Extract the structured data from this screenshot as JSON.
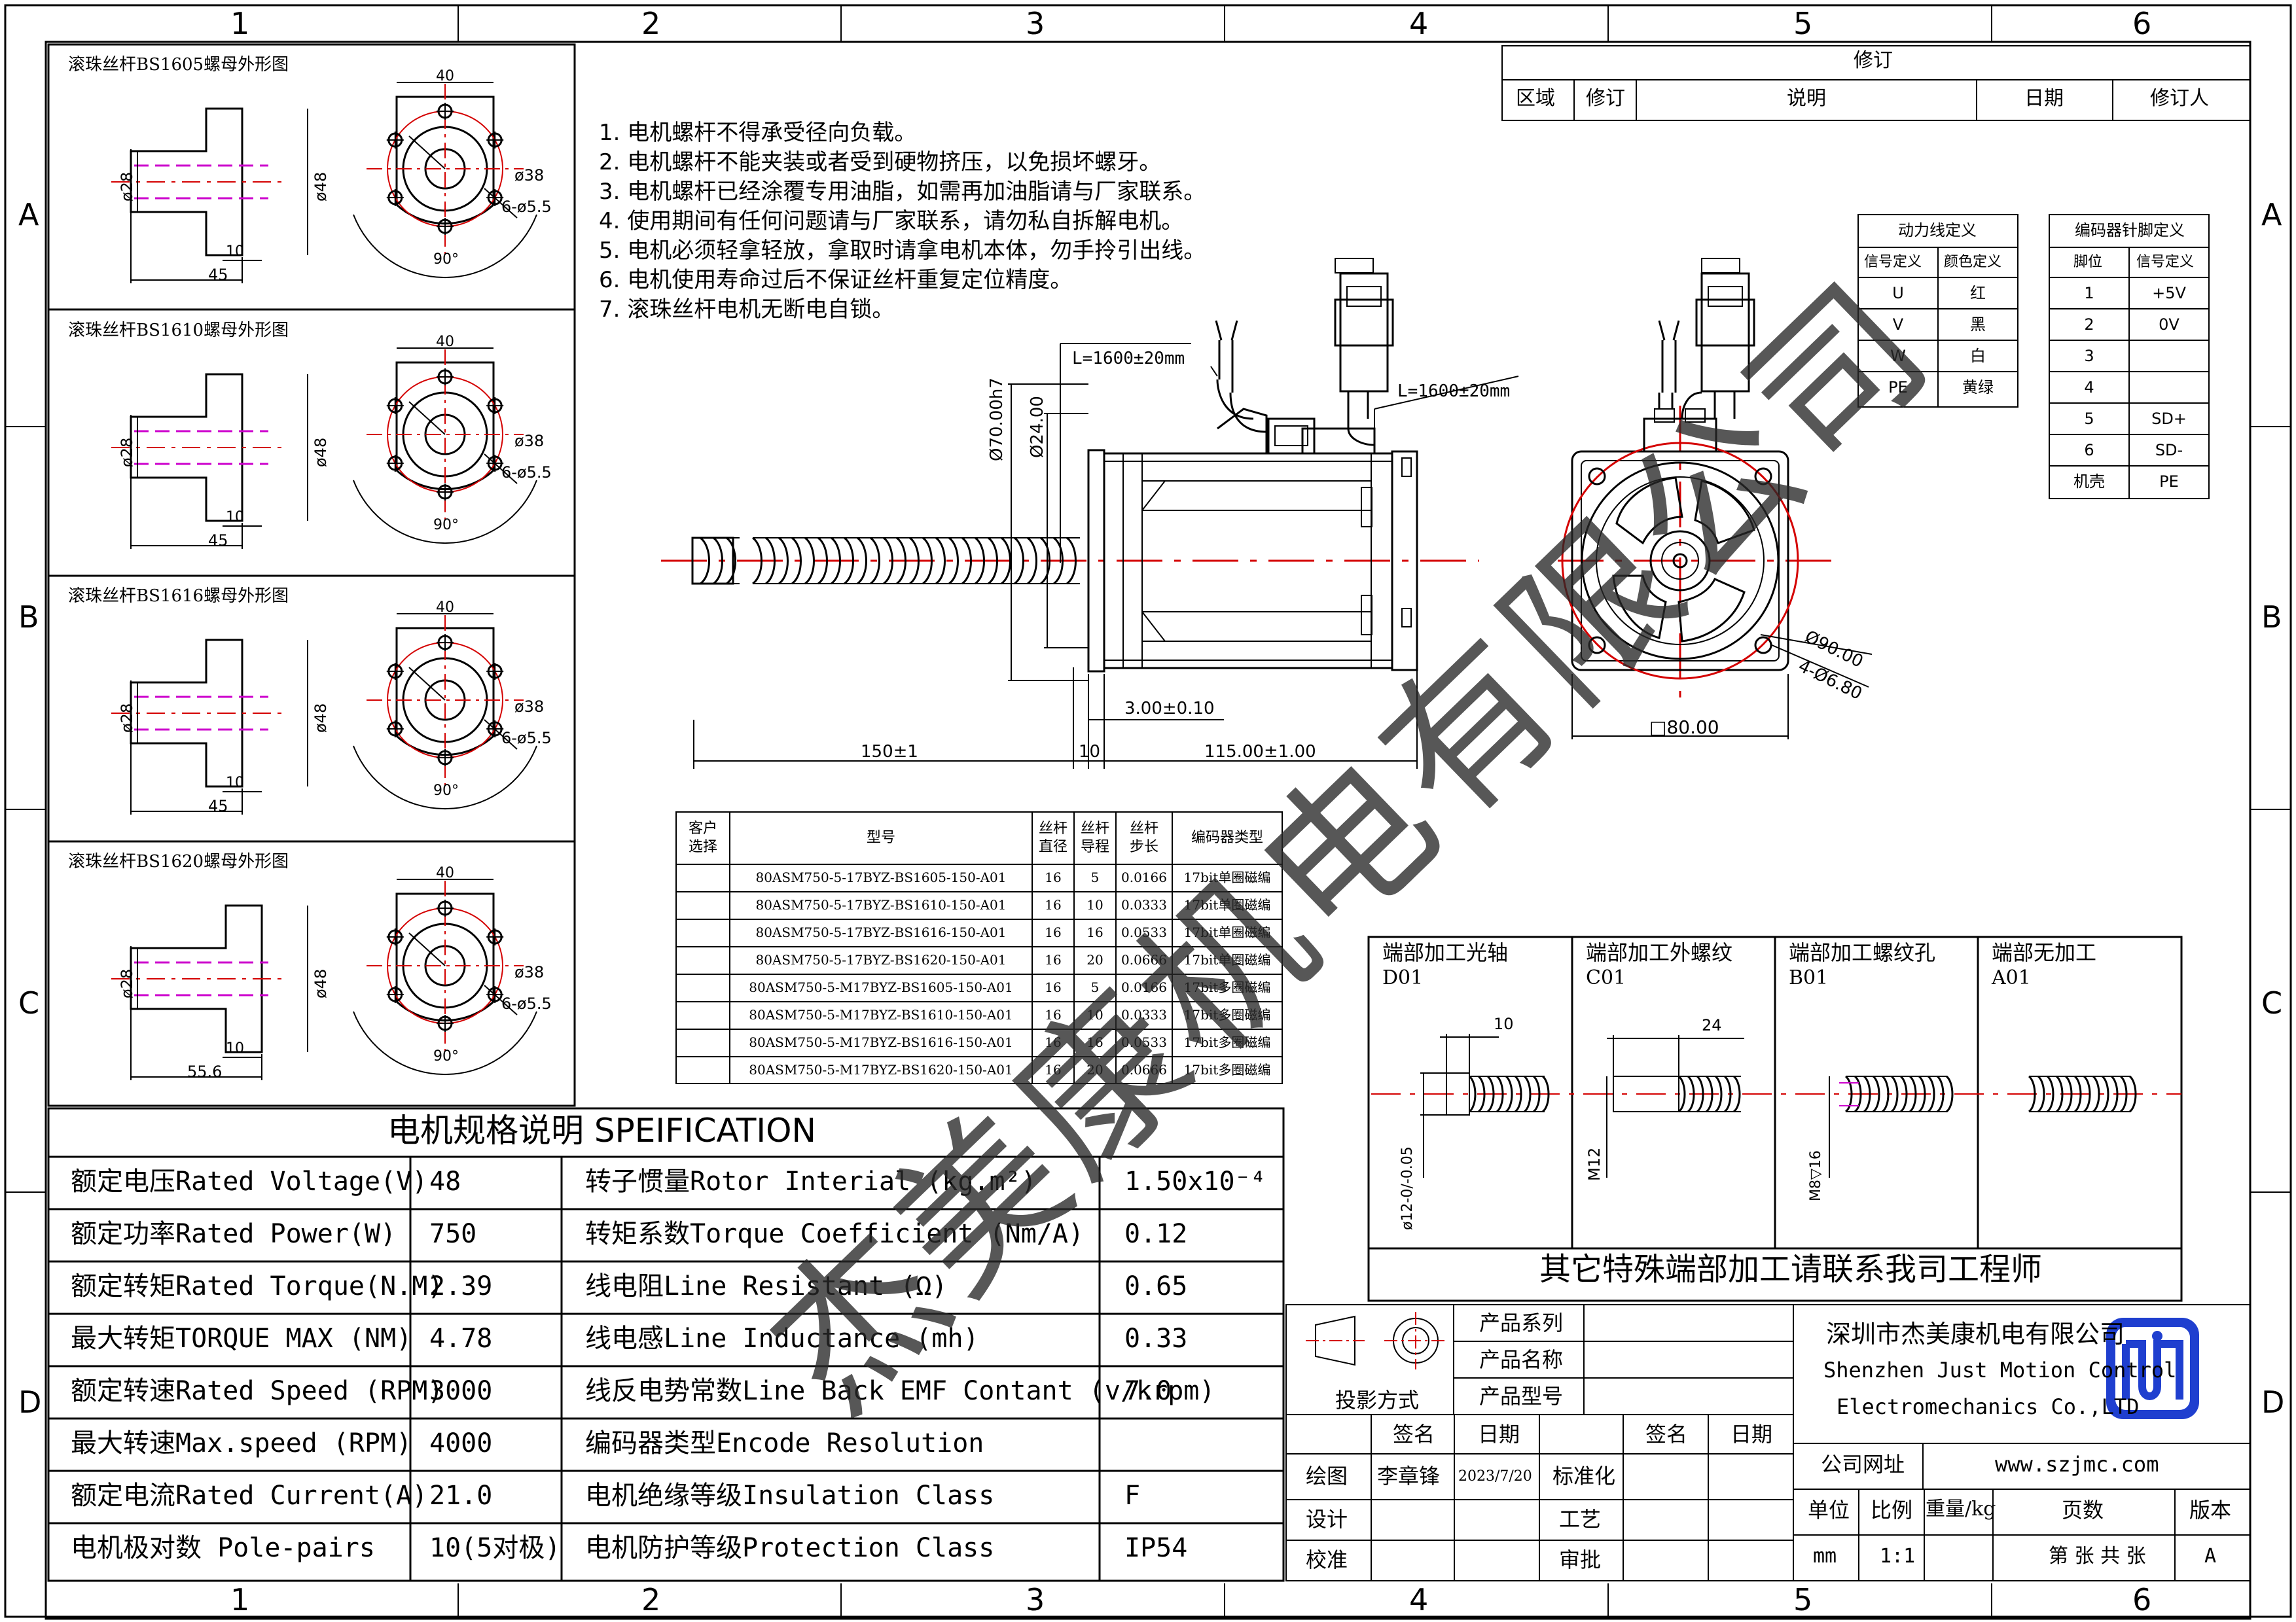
{
  "frame": {
    "col_labels": [
      "1",
      "2",
      "3",
      "4",
      "5",
      "6"
    ],
    "row_labels": [
      "A",
      "B",
      "C",
      "D"
    ]
  },
  "revision": {
    "title": "修订",
    "headers": [
      "区域",
      "修订",
      "说明",
      "日期",
      "修订人"
    ]
  },
  "notes": [
    "1. 电机螺杆不得承受径向负载。",
    "2. 电机螺杆不能夹装或者受到硬物挤压，以免损坏螺牙。",
    "3. 电机螺杆已经涂覆专用油脂，如需再加油脂请与厂家联系。",
    "4. 使用期间有任何问题请与厂家联系，请勿私自拆解电机。",
    "5. 电机必须轻拿轻放，拿取时请拿电机本体，勿手拎引出线。",
    "6. 电机使用寿命过后不保证丝杆重复定位精度。",
    "7. 滚珠丝杆电机无断电自锁。"
  ],
  "nut_views": [
    {
      "title": "滚珠丝杆BS1605螺母外形图",
      "d_inner": "ø28",
      "d_outer": "ø48",
      "flange": "10",
      "length": "45",
      "top_w": "40",
      "pcd": "ø38",
      "holes": "6-ø5.5",
      "angle": "90°"
    },
    {
      "title": "滚珠丝杆BS1610螺母外形图",
      "d_inner": "ø28",
      "d_outer": "ø48",
      "flange": "10",
      "length": "45",
      "top_w": "40",
      "pcd": "ø38",
      "holes": "6-ø5.5",
      "angle": "90°"
    },
    {
      "title": "滚珠丝杆BS1616螺母外形图",
      "d_inner": "ø28",
      "d_outer": "ø48",
      "flange": "10",
      "length": "45",
      "top_w": "40",
      "pcd": "ø38",
      "holes": "6-ø5.5",
      "angle": "90°"
    },
    {
      "title": "滚珠丝杆BS1620螺母外形图",
      "d_inner": "ø28",
      "d_outer": "ø48",
      "flange": "10",
      "length": "55.6",
      "top_w": "40",
      "pcd": "ø38",
      "holes": "6-ø5.5",
      "angle": "90°"
    }
  ],
  "motor_dims": {
    "cable1": "L=1600±20mm",
    "cable2": "L=1600±20mm",
    "d_pilot": "Ø70.00h7",
    "d_shaft": "Ø24.00",
    "offset": "3.00±0.10",
    "screw_len": "150±1",
    "gap": "10",
    "body_len": "115.00±1.00",
    "pcd": "Ø90.00",
    "holes": "4-Ø6.80",
    "square": "□80.00"
  },
  "power_table": {
    "title": "动力线定义",
    "headers": [
      "信号定义",
      "颜色定义"
    ],
    "rows": [
      [
        "U",
        "红"
      ],
      [
        "V",
        "黑"
      ],
      [
        "W",
        "白"
      ],
      [
        "PE",
        "黄绿"
      ]
    ]
  },
  "encoder_table": {
    "title": "编码器针脚定义",
    "headers": [
      "脚位",
      "信号定义"
    ],
    "rows": [
      [
        "1",
        "+5V"
      ],
      [
        "2",
        "0V"
      ],
      [
        "3",
        ""
      ],
      [
        "4",
        ""
      ],
      [
        "5",
        "SD+"
      ],
      [
        "6",
        "SD-"
      ],
      [
        "机壳",
        "PE"
      ]
    ]
  },
  "model_table": {
    "headers": [
      "客户\n选择",
      "型号",
      "丝杆\n直径",
      "丝杆\n导程",
      "丝杆\n步长",
      "编码器类型"
    ],
    "rows": [
      [
        "",
        "80ASM750-5-17BYZ-BS1605-150-A01",
        "16",
        "5",
        "0.0166",
        "17bit单圈磁编"
      ],
      [
        "",
        "80ASM750-5-17BYZ-BS1610-150-A01",
        "16",
        "10",
        "0.0333",
        "17bit单圈磁编"
      ],
      [
        "",
        "80ASM750-5-17BYZ-BS1616-150-A01",
        "16",
        "16",
        "0.0533",
        "17bit单圈磁编"
      ],
      [
        "",
        "80ASM750-5-17BYZ-BS1620-150-A01",
        "16",
        "20",
        "0.0666",
        "17bit单圈磁编"
      ],
      [
        "",
        "80ASM750-5-M17BYZ-BS1605-150-A01",
        "16",
        "5",
        "0.0166",
        "17bit多圈磁编"
      ],
      [
        "",
        "80ASM750-5-M17BYZ-BS1610-150-A01",
        "16",
        "10",
        "0.0333",
        "17bit多圈磁编"
      ],
      [
        "",
        "80ASM750-5-M17BYZ-BS1616-150-A01",
        "16",
        "16",
        "0.0533",
        "17bit多圈磁编"
      ],
      [
        "",
        "80ASM750-5-M17BYZ-BS1620-150-A01",
        "16",
        "20",
        "0.0666",
        "17bit多圈磁编"
      ]
    ]
  },
  "end_machining": {
    "cells": [
      {
        "title": "端部加工光轴",
        "code": "D01",
        "dim_top": "10",
        "dim_side": "ø12-0/-0.05"
      },
      {
        "title": "端部加工外螺纹",
        "code": "C01",
        "dim_top": "24",
        "dim_side": "M12"
      },
      {
        "title": "端部加工螺纹孔",
        "code": "B01",
        "dim_top": "",
        "dim_side": "M8▽16"
      },
      {
        "title": "端部无加工",
        "code": "A01",
        "dim_top": "",
        "dim_side": ""
      }
    ],
    "footer": "其它特殊端部加工请联系我司工程师"
  },
  "spec": {
    "title": "电机规格说明 SPEIFICATION",
    "rows": [
      {
        "l_label": "额定电压Rated Voltage(V)",
        "l_val": "48",
        "r_label": "转子惯量Rotor Interial (kg.m²)",
        "r_val": "1.50x10⁻⁴"
      },
      {
        "l_label": "额定功率Rated Power(W)",
        "l_val": "750",
        "r_label": "转矩系数Torque Coefficient (Nm/A)",
        "r_val": "0.12"
      },
      {
        "l_label": "额定转矩Rated Torque(N.M)",
        "l_val": "2.39",
        "r_label": "线电阻Line Resistant (Ω)",
        "r_val": "0.65"
      },
      {
        "l_label": "最大转矩TORQUE MAX (NM)",
        "l_val": "4.78",
        "r_label": "线电感Line Inductance (mh)",
        "r_val": "0.33"
      },
      {
        "l_label": "额定转速Rated Speed (RPM)",
        "l_val": "3000",
        "r_label": "线反电势常数Line Back EMF Contant (v/krpm)",
        "r_val": "7.0"
      },
      {
        "l_label": "最大转速Max.speed (RPM)",
        "l_val": "4000",
        "r_label": "编码器类型Encode Resolution",
        "r_val": ""
      },
      {
        "l_label": "额定电流Rated Current(A)",
        "l_val": "21.0",
        "r_label": "电机绝缘等级Insulation Class",
        "r_val": "F"
      },
      {
        "l_label": "电机极对数 Pole-pairs",
        "l_val": "10(5对极)",
        "r_label": "电机防护等级Protection Class",
        "r_val": "IP54"
      }
    ]
  },
  "title_block": {
    "projection": "投影方式",
    "product_series": "产品系列",
    "product_name": "产品名称",
    "product_model": "产品型号",
    "sign": "签名",
    "date": "日期",
    "drawn": "绘图",
    "drawn_name": "李章锋",
    "drawn_date": "2023/7/20",
    "design": "设计",
    "check": "校准",
    "standard": "标准化",
    "process": "工艺",
    "approve": "审批",
    "sign2": "签名",
    "date2": "日期",
    "company_cn": "深圳市杰美康机电有限公司",
    "company_en1": "Shenzhen Just Motion Control",
    "company_en2": "Electromechanics Co.,LTD",
    "website_label": "公司网址",
    "website": "www.szjmc.com",
    "unit_label": "单位",
    "scale_label": "比例",
    "weight_label": "重量/kg",
    "pages_label": "页数",
    "version_label": "版本",
    "unit": "mm",
    "scale": "1:1",
    "pages": "第 张 共 张",
    "version": "A"
  },
  "watermark": "杰美康机电有限公司",
  "colors": {
    "line": "#000000",
    "center": "#d40000",
    "hidden": "#cc00cc",
    "logo": "#1f3fcf"
  }
}
